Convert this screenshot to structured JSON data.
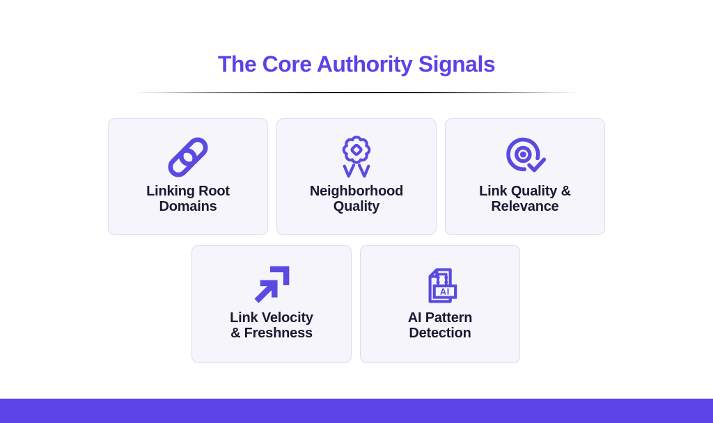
{
  "page": {
    "title": "The Core Authority Signals",
    "colors": {
      "accent": "#5B43E8",
      "icon_stroke": "#5A4AE0",
      "card_background": "#F5F5FB",
      "card_border": "#DEDAF3",
      "card_text": "#191931",
      "background": "#FFFFFF"
    }
  },
  "cards": [
    {
      "line1": "Linking Root",
      "line2": "Domains",
      "icon": "chain-link-icon"
    },
    {
      "line1": "Neighborhood",
      "line2": "Quality",
      "icon": "award-badge-icon"
    },
    {
      "line1": "Link Quality &",
      "line2": "Relevance",
      "icon": "target-check-icon"
    },
    {
      "line1": "Link Velocity",
      "line2": "& Freshness",
      "icon": "double-arrow-up-right-icon"
    },
    {
      "line1": "AI Pattern",
      "line2": "Detection",
      "icon": "ai-document-icon",
      "icon_label": "AI"
    }
  ]
}
